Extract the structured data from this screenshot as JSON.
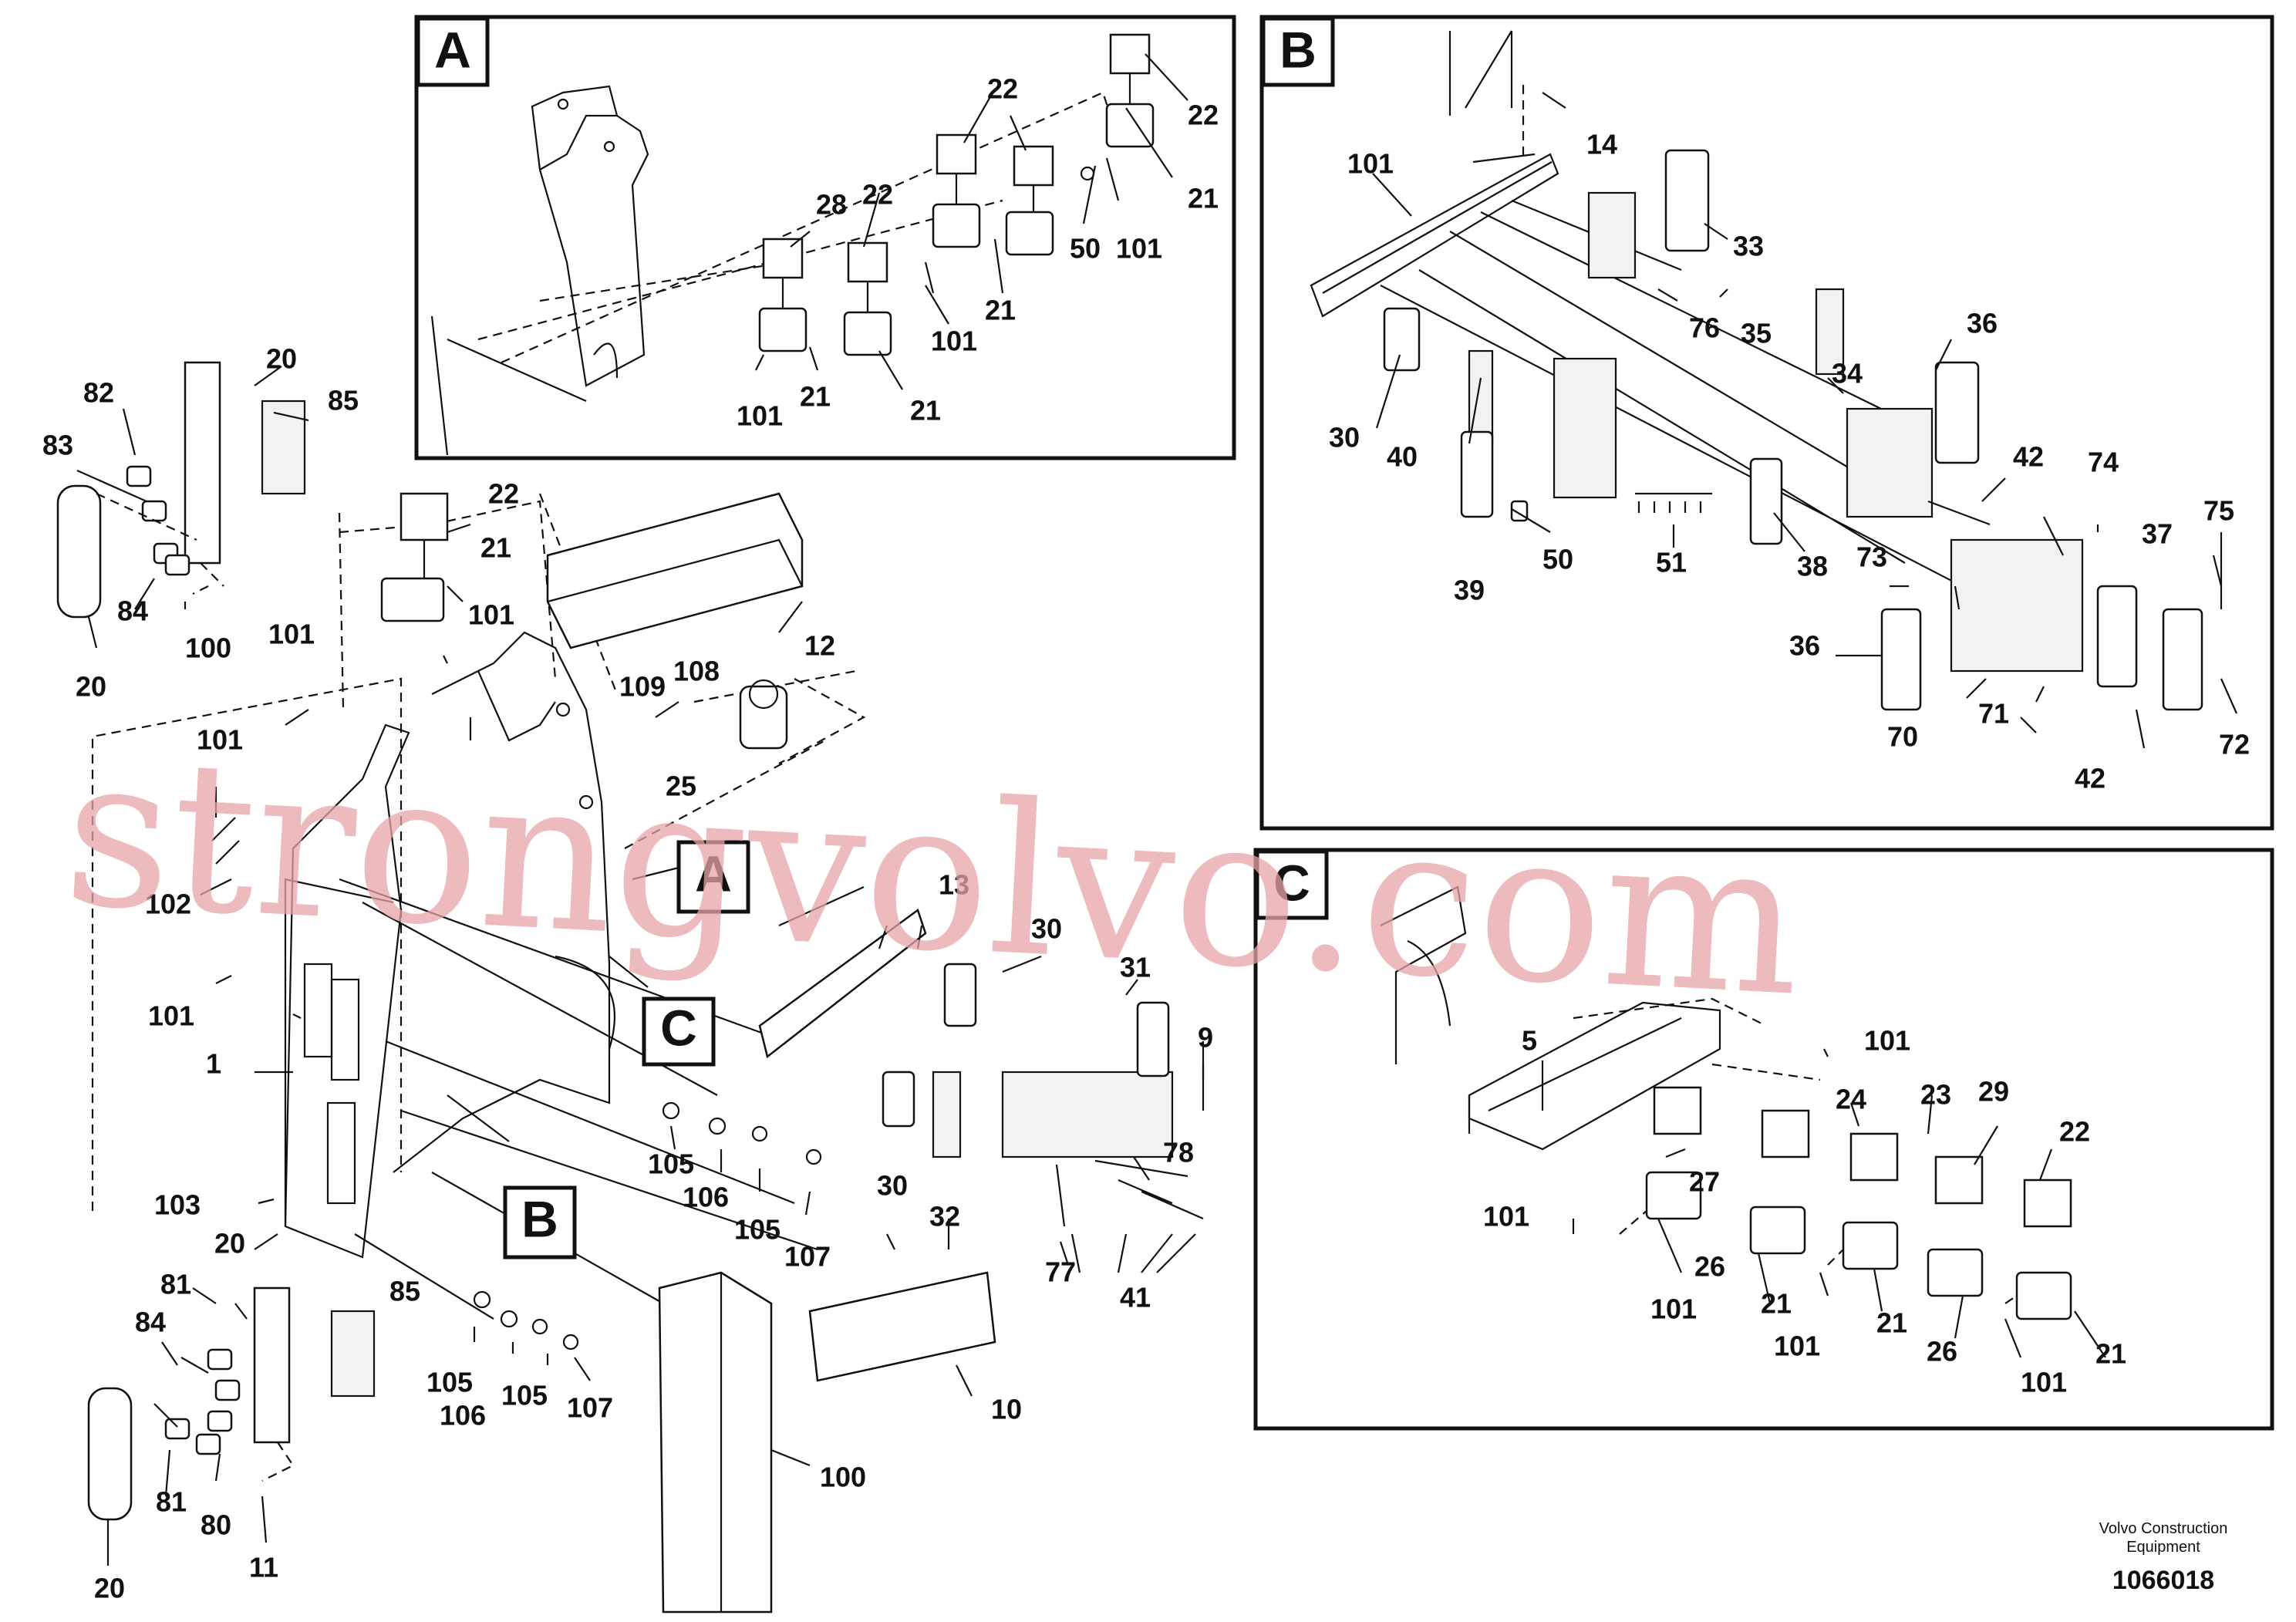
{
  "panels": [
    {
      "letter": "A"
    },
    {
      "letter": "B"
    },
    {
      "letter": "C"
    }
  ],
  "callouts": [
    "A",
    "B",
    "C"
  ],
  "part_labels": [
    "22",
    "22",
    "28",
    "22",
    "50",
    "101",
    "21",
    "21",
    "101",
    "101",
    "21",
    "21",
    "14",
    "101",
    "33",
    "76",
    "35",
    "34",
    "30",
    "40",
    "36",
    "50",
    "51",
    "42",
    "74",
    "39",
    "38",
    "73",
    "75",
    "37",
    "36",
    "70",
    "71",
    "42",
    "72",
    "5",
    "101",
    "24",
    "23",
    "29",
    "22",
    "27",
    "101",
    "26",
    "101",
    "21",
    "101",
    "21",
    "26",
    "101",
    "21",
    "20",
    "82",
    "85",
    "83",
    "84",
    "100",
    "20",
    "22",
    "21",
    "101",
    "12",
    "101",
    "109",
    "108",
    "25",
    "101",
    "102",
    "101",
    "13",
    "30",
    "1",
    "31",
    "9",
    "105",
    "106",
    "105",
    "107",
    "30",
    "32",
    "78",
    "103",
    "77",
    "41",
    "20",
    "81",
    "85",
    "84",
    "105",
    "106",
    "105",
    "107",
    "10",
    "81",
    "80",
    "100",
    "11",
    "20"
  ],
  "watermark": "strongvolvo.com",
  "footer": {
    "company_line1": "Volvo Construction",
    "company_line2": "Equipment",
    "drawing_number": "1066018"
  }
}
